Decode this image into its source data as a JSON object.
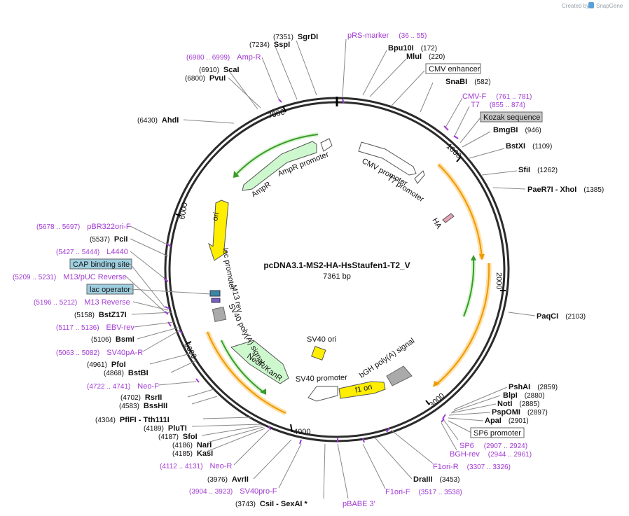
{
  "credit": {
    "prefix": "Created by",
    "brand": "SnapGene"
  },
  "plasmid": {
    "name": "pcDNA3.1-MS2-HA-HsStaufen1-T2_V",
    "length": "7361 bp"
  },
  "ticks": [
    "1000",
    "2000",
    "3000",
    "4000",
    "5000",
    "6000",
    "7000"
  ],
  "features": [
    {
      "label": "CMV promoter"
    },
    {
      "label": "T7 promoter"
    },
    {
      "label": "HA"
    },
    {
      "label": "bGH poly(A) signal"
    },
    {
      "label": "f1 ori"
    },
    {
      "label": "SV40 promoter"
    },
    {
      "label": "SV40 ori"
    },
    {
      "label": "NeoR/KanR"
    },
    {
      "label": "SV40 poly(A) signal"
    },
    {
      "label": "M13 rev"
    },
    {
      "label": "lac promoter"
    },
    {
      "label": "ori"
    },
    {
      "label": "AmpR"
    },
    {
      "label": "AmpR promoter"
    }
  ],
  "boxes": [
    {
      "label": "CMV enhancer"
    },
    {
      "label": "Kozak sequence"
    },
    {
      "label": "SP6 promoter"
    },
    {
      "label": "CAP binding site"
    },
    {
      "label": "lac operator"
    }
  ],
  "sites": [
    {
      "name": "SgrDI",
      "pos": "(7351)"
    },
    {
      "name": "SspI",
      "pos": "(7234)"
    },
    {
      "name": "Bpu10I",
      "pos": "(172)"
    },
    {
      "name": "MluI",
      "pos": "(220)"
    },
    {
      "name": "SnaBI",
      "pos": "(582)"
    },
    {
      "name": "BmgBI",
      "pos": "(946)"
    },
    {
      "name": "BstXI",
      "pos": "(1109)"
    },
    {
      "name": "SfiI",
      "pos": "(1262)"
    },
    {
      "name": "PaeR7I",
      "sep": " - XhoI",
      "pos": "(1385)"
    },
    {
      "name": "PaqCI",
      "pos": "(2103)"
    },
    {
      "name": "PshAI",
      "pos": "(2859)"
    },
    {
      "name": "BlpI",
      "pos": "(2880)"
    },
    {
      "name": "NotI",
      "pos": "(2885)"
    },
    {
      "name": "PspOMI",
      "pos": "(2897)"
    },
    {
      "name": "ApaI",
      "pos": "(2901)"
    },
    {
      "name": "DraIII",
      "pos": "(3453)"
    },
    {
      "name": "CsiI",
      "sep": " - SexAI *",
      "pos": "(3743)"
    },
    {
      "name": "AvrII",
      "pos": "(3976)"
    },
    {
      "name": "KasI",
      "pos": "(4185)"
    },
    {
      "name": "NarI",
      "pos": "(4186)"
    },
    {
      "name": "SfoI",
      "pos": "(4187)"
    },
    {
      "name": "PluTI",
      "pos": "(4189)"
    },
    {
      "name": "PflFI",
      "sep": " - Tth111I",
      "pos": "(4304)"
    },
    {
      "name": "BssHII",
      "pos": "(4583)"
    },
    {
      "name": "RsrII",
      "pos": "(4702)"
    },
    {
      "name": "BstBI",
      "pos": "(4868)"
    },
    {
      "name": "PfoI",
      "pos": "(4961)"
    },
    {
      "name": "BsmI",
      "pos": "(5106)"
    },
    {
      "name": "BstZ17I",
      "pos": "(5158)"
    },
    {
      "name": "PciI",
      "pos": "(5537)"
    },
    {
      "name": "AhdI",
      "pos": "(6430)"
    },
    {
      "name": "PvuI",
      "pos": "(6800)"
    },
    {
      "name": "ScaI",
      "pos": "(6910)"
    }
  ],
  "primers": [
    {
      "name": "pRS-marker",
      "range": "(36 .. 55)"
    },
    {
      "name": "CMV-F",
      "range": "(761 .. 781)"
    },
    {
      "name": "T7",
      "range": "(855 .. 874)"
    },
    {
      "name": "SP6",
      "range": "(2907 .. 2924)"
    },
    {
      "name": "BGH-rev",
      "range": "(2944 .. 2961)"
    },
    {
      "name": "F1ori-R",
      "range": "(3307 .. 3326)"
    },
    {
      "name": "F1ori-F",
      "range": "(3517 .. 3538)"
    },
    {
      "name": "pBABE 3'",
      "range": ""
    },
    {
      "name": "SV40pro-F",
      "range": "(3904 .. 3923)"
    },
    {
      "name": "Neo-R",
      "range": "(4112 .. 4131)"
    },
    {
      "name": "Neo-F",
      "range": "(4722 .. 4741)"
    },
    {
      "name": "SV40pA-R",
      "range": "(5063 .. 5082)"
    },
    {
      "name": "EBV-rev",
      "range": "(5117 .. 5136)"
    },
    {
      "name": "M13 Reverse",
      "range": "(5196 .. 5212)"
    },
    {
      "name": "M13/pUC Reverse",
      "range": "(5209 .. 5231)"
    },
    {
      "name": "L4440",
      "range": "(5427 .. 5444)"
    },
    {
      "name": "pBR322ori-F",
      "range": "(5678 .. 5697)"
    },
    {
      "name": "Amp-R",
      "range": "(6980 .. 6999)"
    }
  ],
  "colors": {
    "backbone": "#2b2b2b",
    "enzyme_text": "#111111",
    "primer": "#a23ad3",
    "ori_fill": "#ffee00",
    "promoter_fill": "#ffffff",
    "ampr_fill": "#cdf7cd",
    "orf_stroke": "#ee9a00",
    "orf_green": "#3a9a2a",
    "cap_box": "#9ecfe0",
    "kozak_box": "#c8c8c8"
  }
}
